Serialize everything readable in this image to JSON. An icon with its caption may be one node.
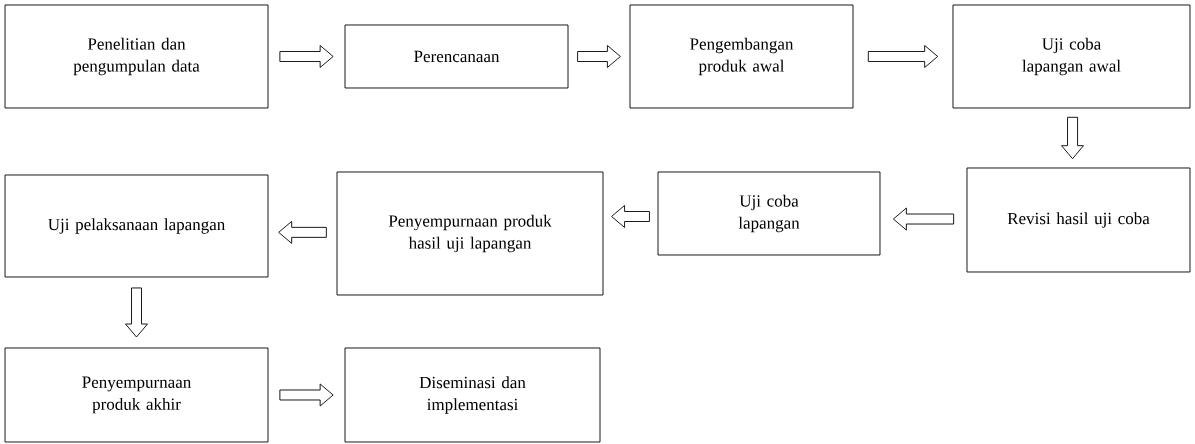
{
  "diagram": {
    "nodes": [
      {
        "text": [
          "Penelitian dan pengumpulan data"
        ]
      },
      {
        "text": [
          "Perencanaan"
        ]
      },
      {
        "text": [
          "Pengembangan produk awal"
        ]
      },
      {
        "text": [
          "Uji coba lapangan awal"
        ]
      },
      {
        "text": [
          "Revisi hasil uji coba"
        ]
      },
      {
        "text": [
          "Uji coba lapangan"
        ]
      },
      {
        "text": [
          "Penyempurnaan produk hasil uji lapangan"
        ]
      },
      {
        "text": [
          "Uji pelaksanaan lapangan"
        ]
      },
      {
        "text": [
          "Penyempurnaan produk akhir"
        ]
      },
      {
        "text": [
          "Diseminasi dan implementasi"
        ]
      }
    ],
    "edges": [
      {
        "from": 0,
        "to": 1,
        "arrow": "to"
      },
      {
        "from": 1,
        "to": 2,
        "arrow": "to"
      },
      {
        "from": 2,
        "to": 3,
        "arrow": "to"
      },
      {
        "from": 3,
        "to": 4,
        "arrow": "to"
      },
      {
        "from": 4,
        "to": 5,
        "arrow": "to"
      },
      {
        "from": 5,
        "to": 6,
        "arrow": "to"
      },
      {
        "from": 6,
        "to": 7,
        "arrow": "to"
      },
      {
        "from": 7,
        "to": 8,
        "arrow": "to"
      },
      {
        "from": 8,
        "to": 9,
        "arrow": "to"
      }
    ]
  }
}
